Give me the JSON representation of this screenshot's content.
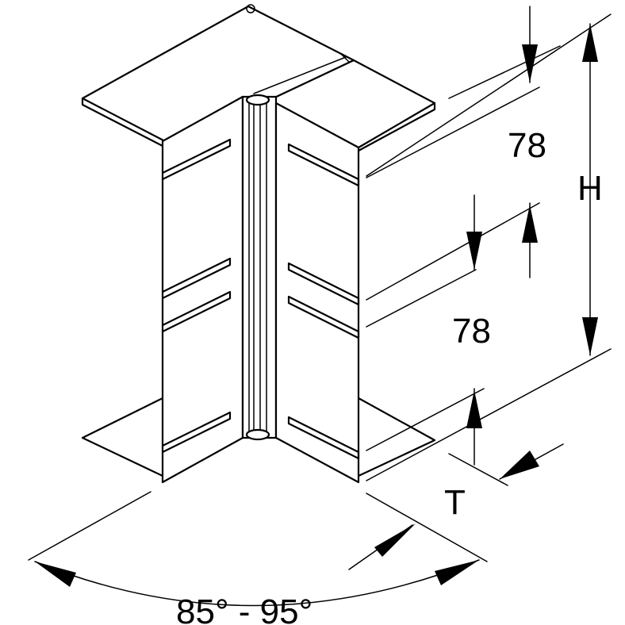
{
  "labels": {
    "dim_top": "78",
    "dim_middle": "78",
    "dim_height": "H",
    "dim_thickness": "T",
    "angle_range": "85° - 95°"
  }
}
